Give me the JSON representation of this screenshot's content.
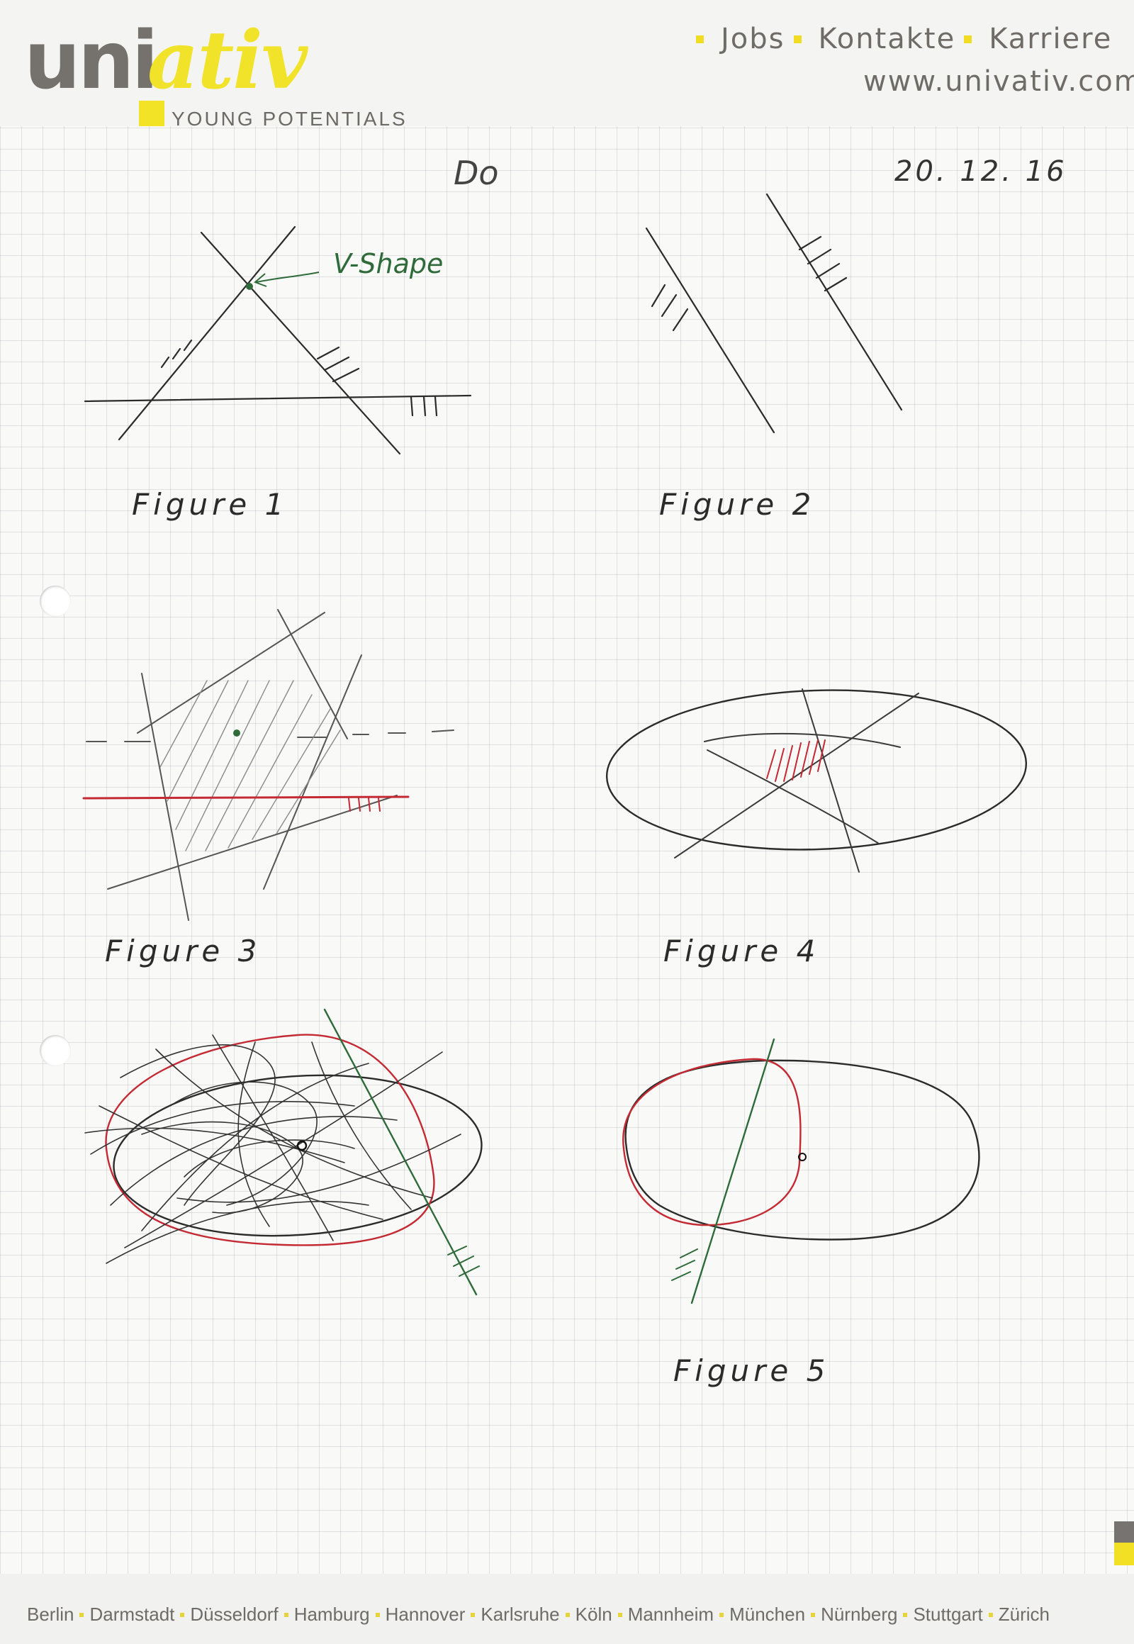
{
  "header": {
    "logo_part1": "uni",
    "logo_part2": "ativ",
    "tagline": "YOUNG POTENTIALS",
    "nav": [
      "Jobs",
      "Kontakte",
      "Karriere"
    ],
    "url": "www.univativ.com"
  },
  "notes": {
    "day": "Do",
    "date": "20. 12. 16",
    "annotation": "V-Shape",
    "figures": [
      "Figure 1",
      "Figure 2",
      "Figure 3",
      "Figure 4",
      "Figure 5"
    ]
  },
  "footer": {
    "cities": [
      "Berlin",
      "Darmstadt",
      "Düsseldorf",
      "Hamburg",
      "Hannover",
      "Karlsruhe",
      "Köln",
      "Mannheim",
      "München",
      "Nürnberg",
      "Stuttgart",
      "Zürich"
    ]
  },
  "colors": {
    "ink_black": "#2b2b2b",
    "ink_gray": "#555555",
    "ink_red": "#c42a34",
    "ink_green": "#2f6b3a",
    "brand_yellow": "#f1e22a",
    "brand_gray": "#75716c"
  }
}
